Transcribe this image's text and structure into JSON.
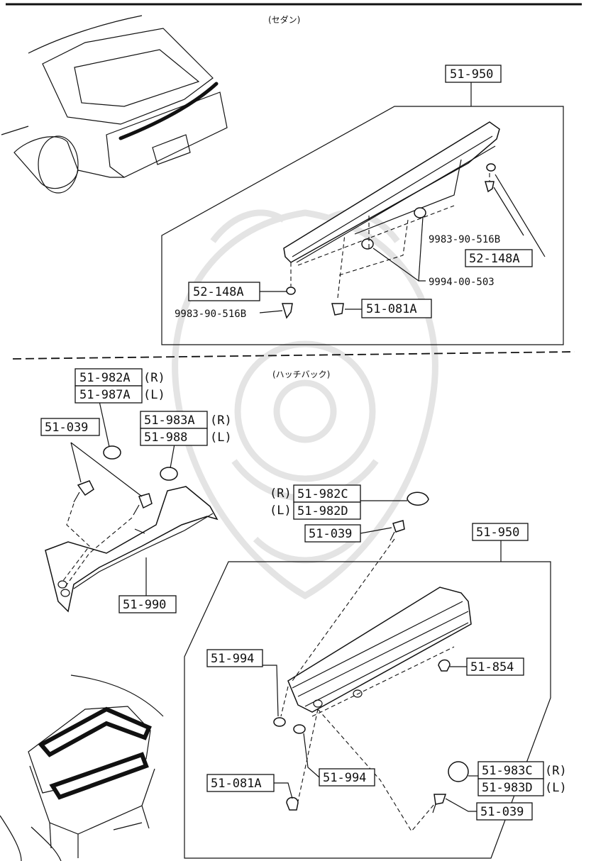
{
  "sections": {
    "sedan_title": "(セダン)",
    "hatchback_title": "(ハッチバック)"
  },
  "sedan": {
    "callouts": {
      "spoiler": "51-950",
      "washer_right": "52-148A",
      "screw_right": "9983-90-516B",
      "grommet": "9994-00-503",
      "washer_left": "52-148A",
      "screw_left": "9983-90-516B",
      "clip": "51-081A"
    }
  },
  "hatchback": {
    "callouts": {
      "cap_r": "51-982A",
      "cap_l": "51-987A",
      "cap_r_side": "(R)",
      "cap_l_side": "(L)",
      "screw_top": "51-039",
      "cover_r": "51-983A",
      "cover_l": "51-988",
      "cover_r_side": "(R)",
      "cover_l_side": "(L)",
      "garnish": "51-990",
      "cap2_r_side": "(R)",
      "cap2_l_side": "(L)",
      "cap2_r": "51-982C",
      "cap2_l": "51-982D",
      "screw_mid": "51-039",
      "spoiler": "51-950",
      "grommet_left": "51-994",
      "lamp": "51-854",
      "clip": "51-081A",
      "grommet_bottom": "51-994",
      "cover2_r": "51-983C",
      "cover2_l": "51-983D",
      "cover2_r_side": "(R)",
      "cover2_l_side": "(L)",
      "screw_bottom": "51-039"
    }
  }
}
